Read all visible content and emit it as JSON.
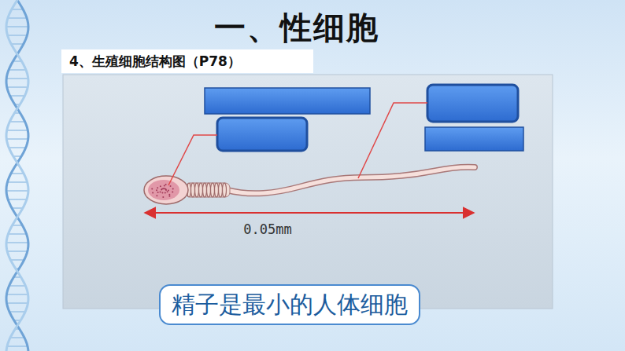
{
  "diagram": {
    "title": "一、性细胞",
    "nodes": [
      {
        "text": [
          "4、生殖细胞结构图（P78）"
        ]
      },
      {
        "text": [
          "精子是最小的人体细胞"
        ]
      }
    ],
    "labels": [
      "0.05mm"
    ]
  }
}
